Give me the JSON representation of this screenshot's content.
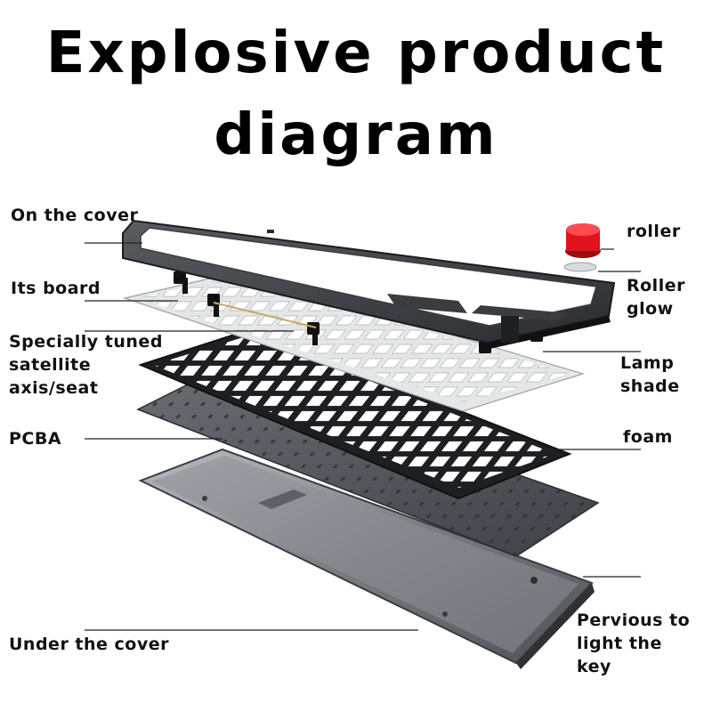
{
  "title": {
    "line1": "Explosive product",
    "line2": "diagram"
  },
  "labels": {
    "on_cover": "On the cover",
    "its_board": "Its board",
    "satellite": [
      "Specially tuned",
      "satellite",
      "axis/seat"
    ],
    "pcba": "PCBA",
    "under_cover": "Under the cover",
    "roller": "roller",
    "roller_glow": [
      "Roller",
      "glow"
    ],
    "lamp_shade": [
      "Lamp",
      "shade"
    ],
    "foam": "foam",
    "pervious": [
      "Pervious to",
      "light the",
      "key"
    ]
  },
  "colors": {
    "frame": "#3a3c40",
    "plate": "#e4e6e8",
    "foam": "#1e1f22",
    "pcb": "#505357",
    "case": "#7a7d82",
    "knob": "#e0141b"
  }
}
